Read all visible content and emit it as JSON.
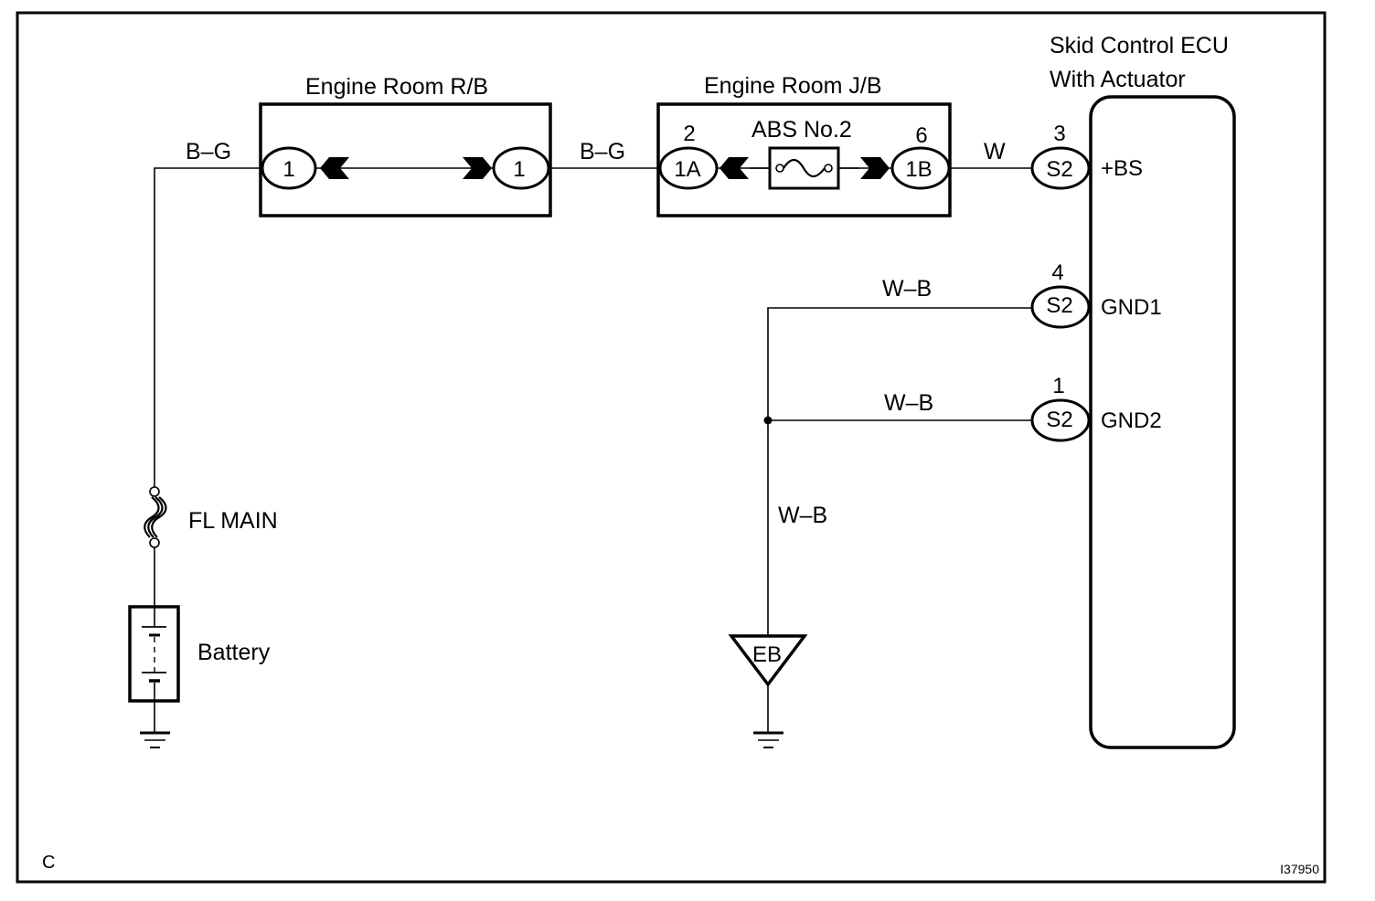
{
  "diagram": {
    "corner_letter": "C",
    "figure_id": "I37950",
    "components": {
      "relay_block": {
        "title": "Engine Room R/B",
        "left_pin": "1",
        "right_pin": "1"
      },
      "junction_block": {
        "title": "Engine Room J/B",
        "fuse_label": "ABS No.2",
        "left_connector": "1A",
        "left_pin_number": "2",
        "right_connector": "1B",
        "right_pin_number": "6"
      },
      "ecu": {
        "title_line1": "Skid Control ECU",
        "title_line2": "With Actuator",
        "terminals": [
          {
            "pin_number": "3",
            "connector": "S2",
            "name": "+BS",
            "wire_color": "W"
          },
          {
            "pin_number": "4",
            "connector": "S2",
            "name": "GND1",
            "wire_color": "W–B"
          },
          {
            "pin_number": "1",
            "connector": "S2",
            "name": "GND2",
            "wire_color": "W–B"
          }
        ]
      },
      "fusible_link": {
        "label": "FL MAIN"
      },
      "battery": {
        "label": "Battery"
      },
      "ground_point": {
        "label": "EB",
        "wire_color": "W–B"
      }
    },
    "wires": {
      "battery_to_rb": "B–G",
      "rb_to_jb": "B–G",
      "jb_to_ecu": "W"
    }
  }
}
